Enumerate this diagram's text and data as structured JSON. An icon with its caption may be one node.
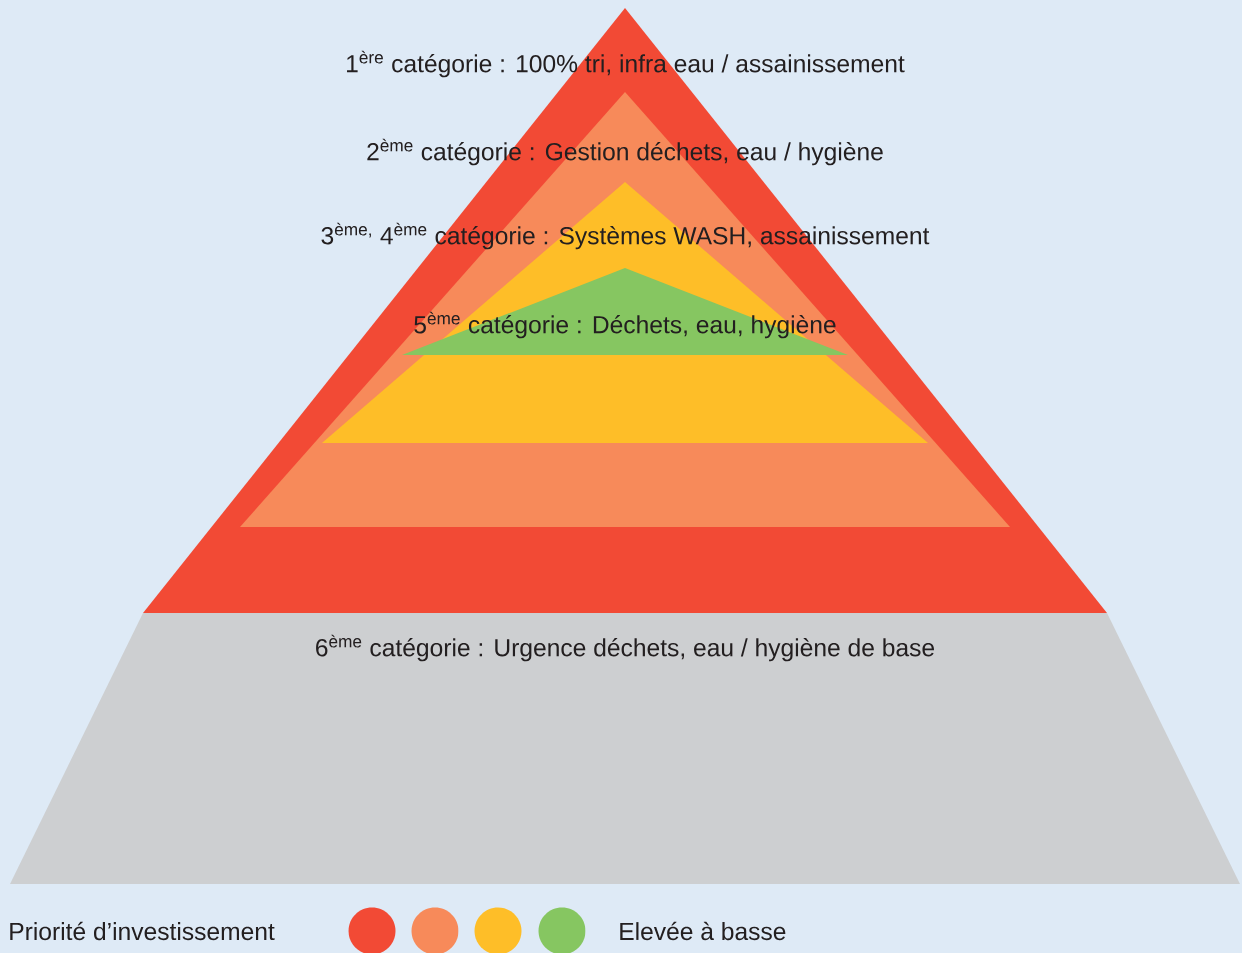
{
  "diagram": {
    "nodes": [
      {
        "text": [
          "1$^{ère}$ catégorie : 100% tri, infra eau / assainissement"
        ]
      },
      {
        "text": [
          "2$^{ème}$ catégorie : Gestion déchets, eau / hygiène"
        ],
        "in": 0
      },
      {
        "text": [
          "3$^{ème,}$ 4$^{ème}$ catégorie : Systèmes WASH, assainissement"
        ],
        "in": 1
      },
      {
        "text": [
          "5$^{ème}$ catégorie : Déchets, eau, hygiène"
        ],
        "in": 2
      },
      {
        "text": [
          "6$^{ème}$ catégorie : Urgence déchets, eau / hygiène de base"
        ]
      },
      {
        "text": [],
        "shape": "circle"
      },
      {
        "text": [],
        "shape": "circle"
      },
      {
        "text": [],
        "shape": "circle"
      },
      {
        "text": [],
        "shape": "circle"
      }
    ],
    "edges": [],
    "labels": [
      "Priorité d’investissement",
      "Elevée à basse"
    ]
  }
}
